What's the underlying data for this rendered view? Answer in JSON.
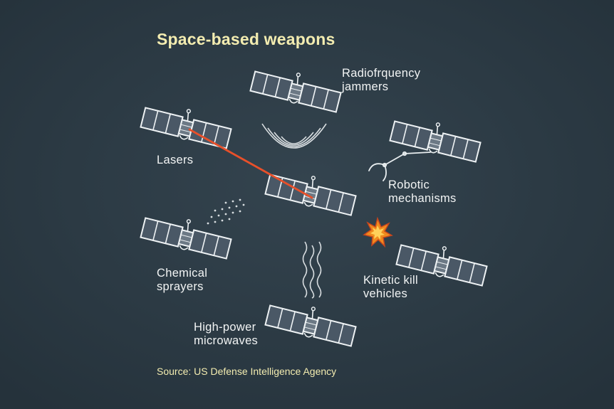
{
  "title": "Space-based weapons",
  "labels": {
    "rf_jammers": "Radiofrquency\njammers",
    "lasers": "Lasers",
    "robotic": "Robotic\nmechanisms",
    "chemical": "Chemical\nsprayers",
    "kinetic": "Kinetic kill\nvehicles",
    "microwaves": "High-power\nmicrowaves"
  },
  "source": "Source: US Defense Intelligence Agency",
  "colors": {
    "background": "#2b3a45",
    "title": "#f3ecb0",
    "label": "#f2f4f4",
    "laser_beam": "#e8502a",
    "explosion": "#f08a1e",
    "outline": "#e9eef0"
  },
  "icons": [
    "satellite-icon",
    "radio-waves-icon",
    "robotic-claw-icon",
    "spray-dots-icon",
    "microwave-waves-icon",
    "explosion-icon",
    "laser-beam"
  ]
}
